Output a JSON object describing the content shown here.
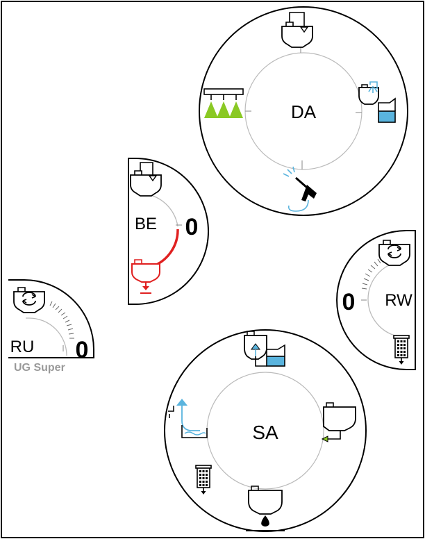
{
  "dials": {
    "da": {
      "label": "DA"
    },
    "be": {
      "label": "BE",
      "value": "0"
    },
    "rw": {
      "label": "RW",
      "value": "0"
    },
    "ru": {
      "label": "RU",
      "value": "0",
      "sublabel": "UG Super"
    },
    "sa": {
      "label": "SA"
    }
  },
  "icons": {
    "da": [
      "tank-fill-icon",
      "tank-rinse-icon",
      "pressure-washer-icon",
      "boom-spray-icon"
    ],
    "be": [
      "tank-fill-icon",
      "tank-drain-icon"
    ],
    "rw": [
      "tank-circulate-icon",
      "filter-icon"
    ],
    "ru": [
      "tank-circulate-icon"
    ],
    "sa": [
      "tank-transfer-icon",
      "tank-return-icon",
      "tank-drip-icon",
      "filter-icon",
      "water-source-icon"
    ]
  },
  "colors": {
    "outline": "#000000",
    "ring": "#bbbbbb",
    "water": "#5ab4de",
    "spray": "#8ac924",
    "active": "#e02020",
    "sublabel": "#999999"
  }
}
